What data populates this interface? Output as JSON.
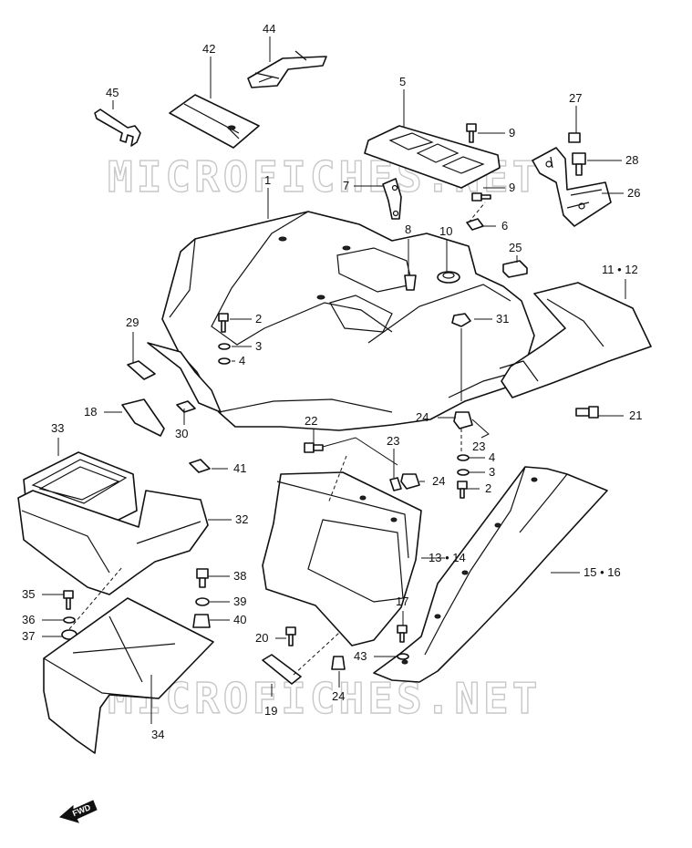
{
  "watermark": {
    "text": "MICROFICHES.NET"
  },
  "fwd_label": "FWD",
  "callouts": {
    "c1": "1",
    "c2a": "2",
    "c3a": "3",
    "c4a": "4",
    "c5": "5",
    "c6": "6",
    "c7": "7",
    "c8": "8",
    "c9a": "9",
    "c9b": "9",
    "c10": "10",
    "c11_12": "11 • 12",
    "c13_14": "13 • 14",
    "c15_16": "15 • 16",
    "c17": "17",
    "c18": "18",
    "c19": "19",
    "c20": "20",
    "c21": "21",
    "c22": "22",
    "c23a": "23",
    "c23b": "23",
    "c24a": "24",
    "c24b": "24",
    "c24c": "24",
    "c25": "25",
    "c26": "26",
    "c27": "27",
    "c28": "28",
    "c29": "29",
    "c30": "30",
    "c31": "31",
    "c32": "32",
    "c33": "33",
    "c34": "34",
    "c35": "35",
    "c36": "36",
    "c37": "37",
    "c38": "38",
    "c39": "39",
    "c40": "40",
    "c41": "41",
    "c42": "42",
    "c43": "43",
    "c44": "44",
    "c45": "45",
    "c4b": "4",
    "c3b": "3",
    "c2b": "2"
  }
}
